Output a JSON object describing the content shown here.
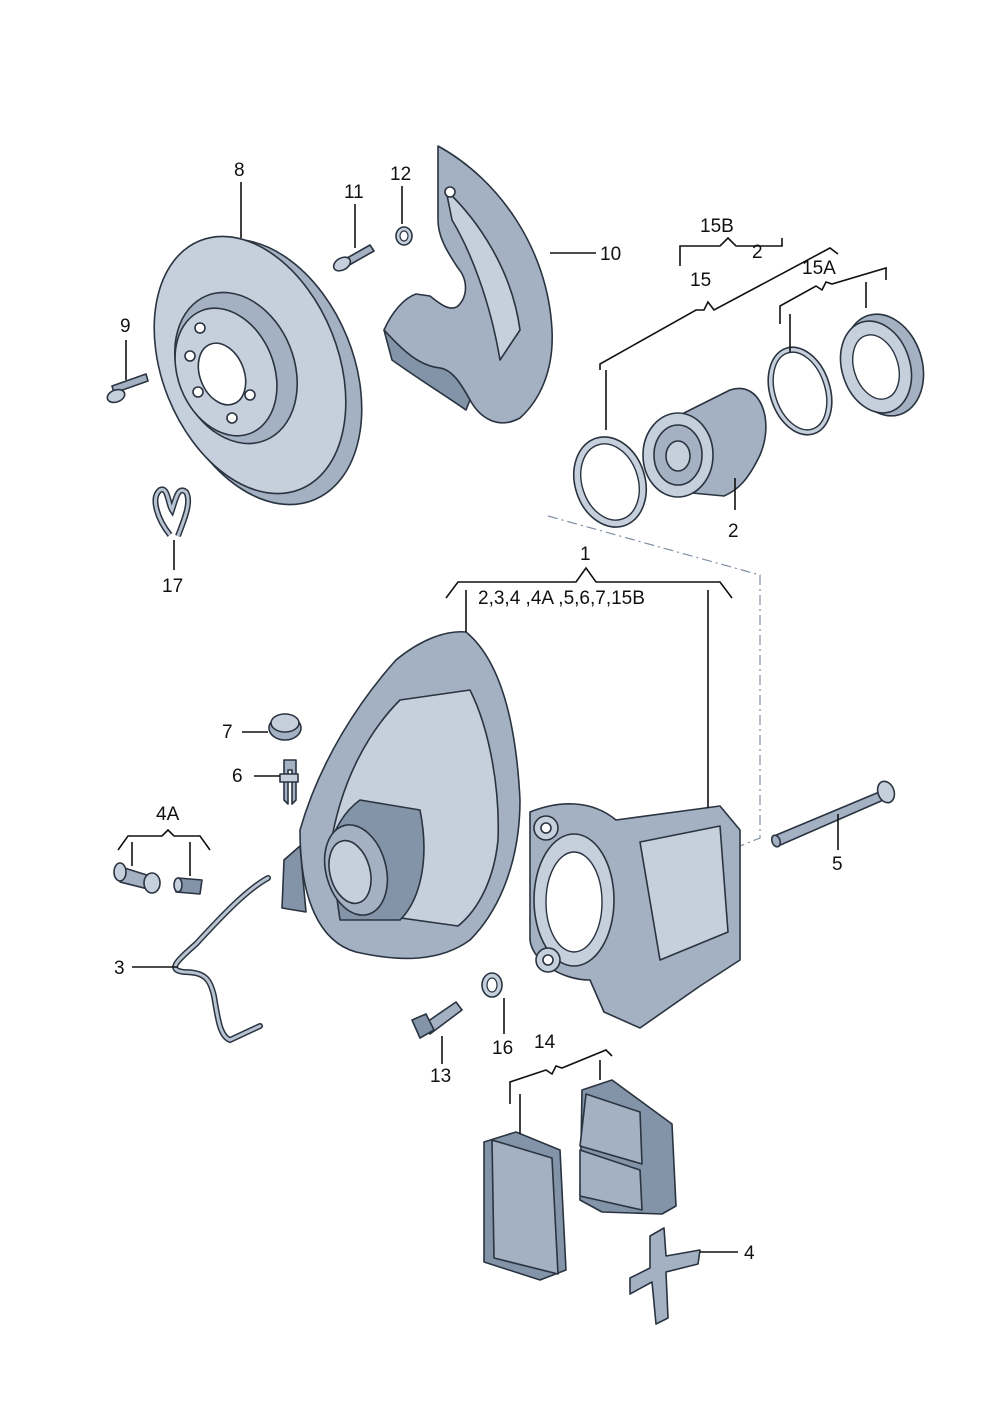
{
  "diagram": {
    "labels": {
      "l1": "1",
      "l1_sub": "2,3,4 ,4A ,5,6,7,15B",
      "l2a": "2",
      "l2b": "2",
      "l3": "3",
      "l4": "4",
      "l4a": "4A",
      "l5": "5",
      "l6": "6",
      "l7": "7",
      "l8": "8",
      "l9": "9",
      "l10": "10",
      "l11": "11",
      "l12": "12",
      "l13": "13",
      "l14": "14",
      "l15": "15",
      "l15a": "15A",
      "l15b": "15B",
      "l16": "16",
      "l17": "17"
    }
  }
}
